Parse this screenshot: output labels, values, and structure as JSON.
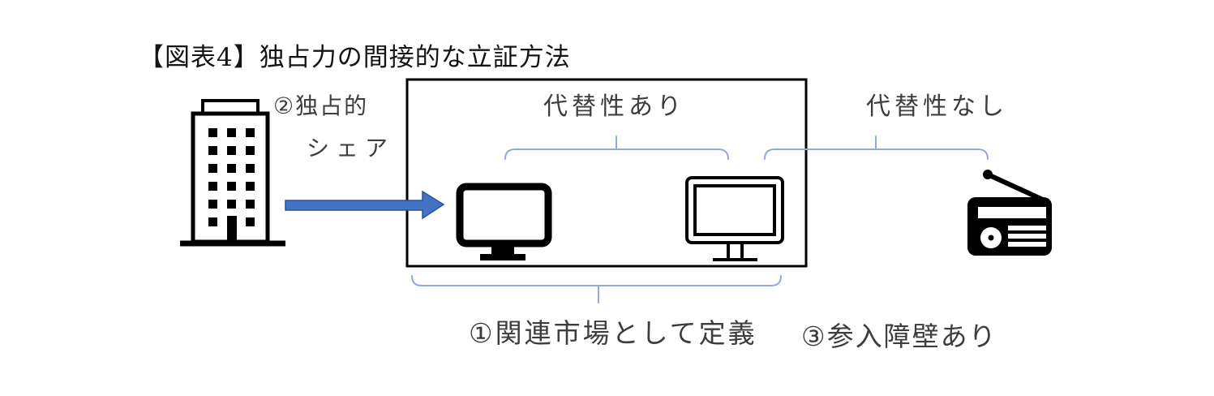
{
  "title": "【図表4】独占力の間接的な立証方法",
  "diagram": {
    "monopoly_share": {
      "line1": "②独占的",
      "line2": "シェア"
    },
    "substitutable_label": "代替性あり",
    "not_substitutable_label": "代替性なし",
    "related_market_label": "①関連市場として定義",
    "entry_barrier_label": "③参入障壁あり",
    "icons": {
      "building": "building-icon",
      "left_monitor": "tv-solid-icon",
      "right_monitor": "monitor-outline-icon",
      "radio": "radio-icon",
      "arrow": "arrow-right-icon"
    }
  },
  "colors": {
    "arrow_fill": "#4472C4",
    "arrow_edge": "#2E5396",
    "brace": "#8FAADC",
    "box_border": "#000000",
    "label_text": "#3D3D3D"
  }
}
